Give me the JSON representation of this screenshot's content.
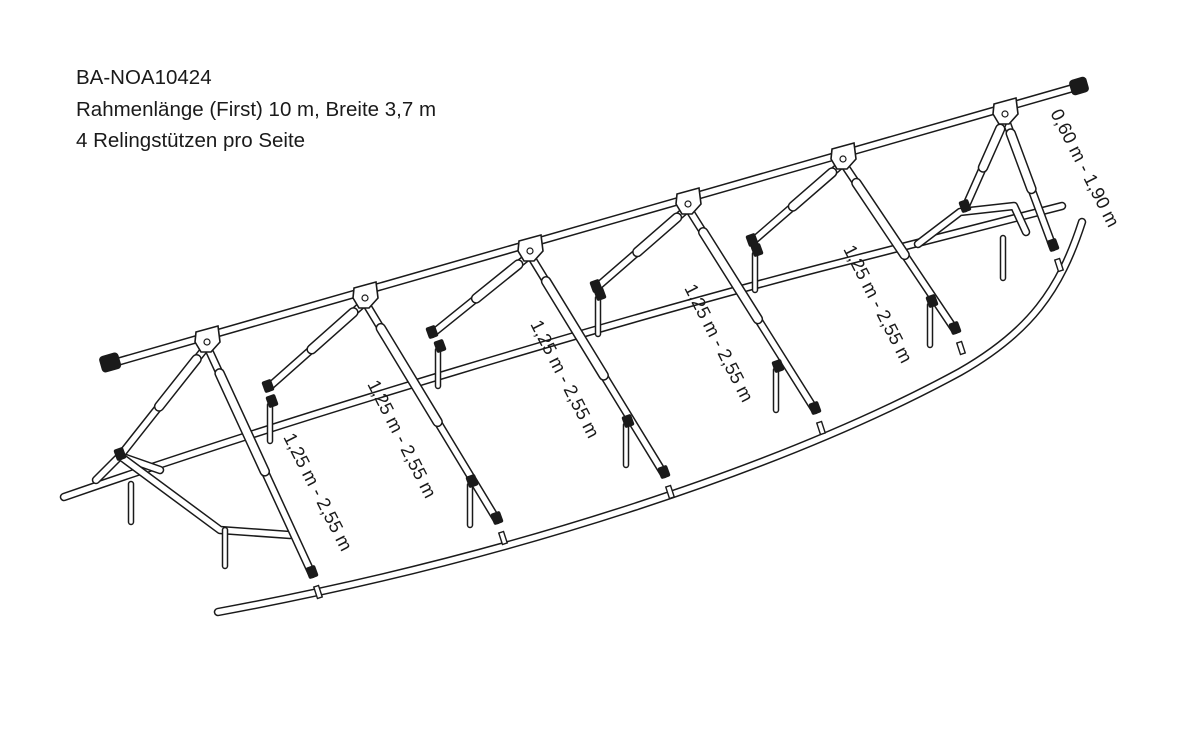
{
  "header": {
    "article_number": "BA-NOA10424",
    "frame_spec": "Rahmenlänge (First) 10 m, Breite 3,7 m",
    "posts_spec": "4 Relingstützen pro Seite"
  },
  "dimensions": {
    "side_struts": [
      "1,25 m - 2,55 m",
      "1,25 m - 2,55 m",
      "1,25 m - 2,55 m",
      "1,25 m - 2,55 m",
      "1,25 m - 2,55 m"
    ],
    "end_strut": "0,60 m - 1,90 m"
  },
  "colors": {
    "line": "#1a1a1a",
    "fill": "#ffffff"
  }
}
